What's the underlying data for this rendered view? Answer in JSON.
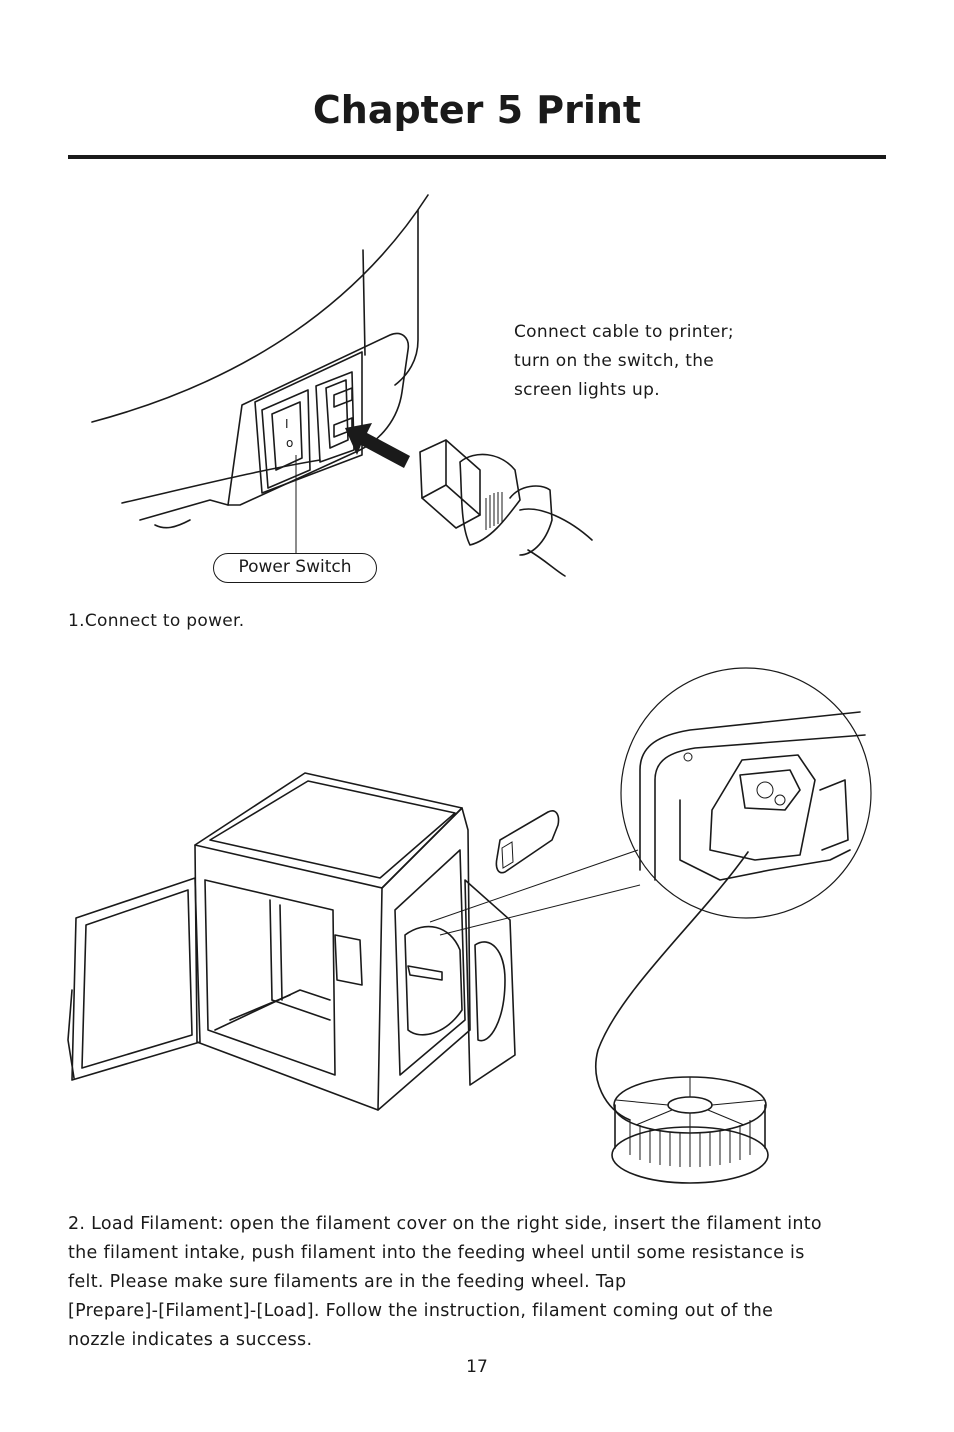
{
  "page": {
    "title": "Chapter 5 Print",
    "number": "17"
  },
  "figure1": {
    "callout_lines": [
      "Connect cable to printer;",
      "turn on the switch, the",
      "screen lights up."
    ],
    "power_switch_label": "Power Switch",
    "switch_symbols": {
      "on": "I",
      "off": "o"
    }
  },
  "step1": {
    "text": "1.Connect to power."
  },
  "step2": {
    "lines": [
      "2. Load Filament: open the filament cover on the right side, insert the filament into",
      "the filament intake, push filament into the feeding wheel until some resistance is",
      "felt. Please make sure filaments are in the feeding wheel. Tap",
      "[Prepare]-[Filament]-[Load]. Follow the instruction, filament coming out of the",
      "nozzle indicates a success."
    ]
  }
}
